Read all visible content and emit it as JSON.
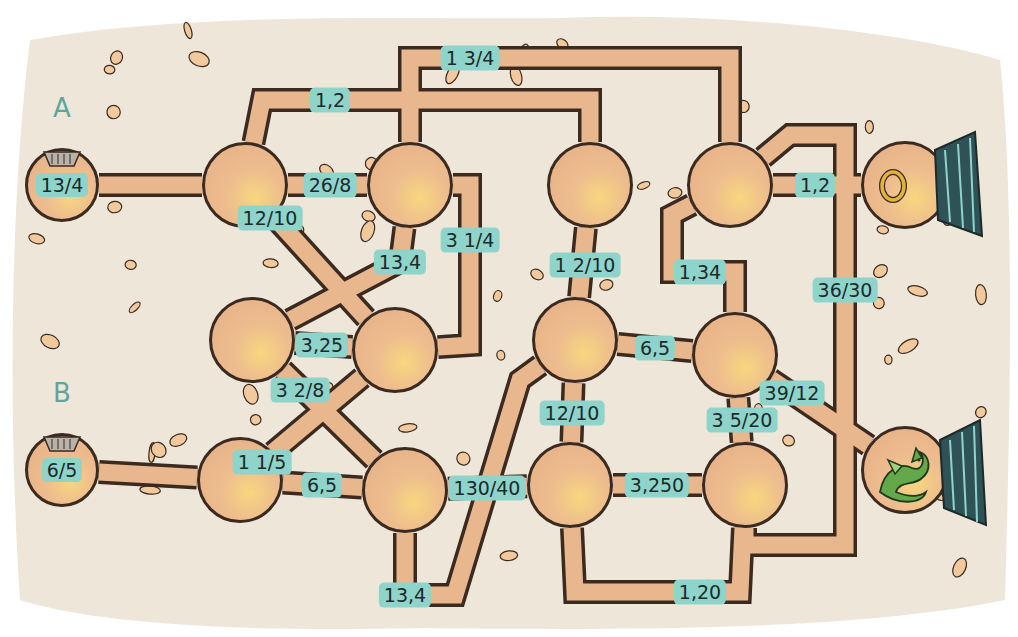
{
  "diagram": {
    "nodes": [
      {
        "text": [
          "13/4"
        ]
      },
      {
        "text": []
      },
      {
        "text": []
      },
      {
        "text": []
      },
      {
        "text": []
      },
      {
        "text": []
      },
      {
        "text": []
      },
      {
        "text": []
      },
      {
        "text": []
      },
      {
        "text": []
      },
      {
        "text": [
          "6/5"
        ]
      },
      {
        "text": []
      },
      {
        "text": []
      },
      {
        "text": []
      },
      {
        "text": []
      },
      {
        "text": []
      }
    ],
    "edges": [
      {
        "from": 0,
        "to": 1,
        "arrow": "none"
      },
      {
        "from": 1,
        "to": 2,
        "label": "26/8",
        "arrow": "none"
      },
      {
        "from": 1,
        "to": 3,
        "label": "1,2",
        "arrow": "none"
      },
      {
        "from": 2,
        "to": 4,
        "label": "1 3/4",
        "arrow": "none"
      },
      {
        "from": 1,
        "to": 7,
        "label": "12/10",
        "arrow": "none"
      },
      {
        "from": 2,
        "to": 6,
        "label": "13,4",
        "arrow": "none"
      },
      {
        "from": 2,
        "to": 7,
        "label": "3 1/4",
        "arrow": "none"
      },
      {
        "from": 6,
        "to": 7,
        "label": "3,25",
        "arrow": "none"
      },
      {
        "from": 6,
        "to": 12,
        "label": "3 2/8",
        "arrow": "none"
      },
      {
        "from": 7,
        "to": 11,
        "label": "1 1/5",
        "arrow": "none"
      },
      {
        "from": 10,
        "to": 11,
        "arrow": "none"
      },
      {
        "from": 11,
        "to": 12,
        "label": "6,5",
        "arrow": "none"
      },
      {
        "from": 12,
        "to": 13,
        "label": "130/40",
        "arrow": "none"
      },
      {
        "from": 12,
        "to": 8,
        "label": "13,4",
        "arrow": "none"
      },
      {
        "from": 3,
        "to": 8,
        "label": "1 2/10",
        "arrow": "none"
      },
      {
        "from": 8,
        "to": 9,
        "label": "6,5",
        "arrow": "none"
      },
      {
        "from": 8,
        "to": 13,
        "label": "12/10",
        "arrow": "none"
      },
      {
        "from": 13,
        "to": 14,
        "label": "3,250",
        "arrow": "none"
      },
      {
        "from": 13,
        "to": 14,
        "label": "1,20",
        "arrow": "none"
      },
      {
        "from": 4,
        "to": 9,
        "label": "1,34",
        "arrow": "none"
      },
      {
        "from": 4,
        "to": 5,
        "label": "1,2",
        "arrow": "none"
      },
      {
        "from": 4,
        "to": 14,
        "label": "36/30",
        "arrow": "none"
      },
      {
        "from": 9,
        "to": 15,
        "label": "39/12",
        "arrow": "none"
      },
      {
        "from": 9,
        "to": 14,
        "label": "3 5/20",
        "arrow": "none"
      }
    ],
    "labels": [
      "A",
      "B"
    ]
  }
}
